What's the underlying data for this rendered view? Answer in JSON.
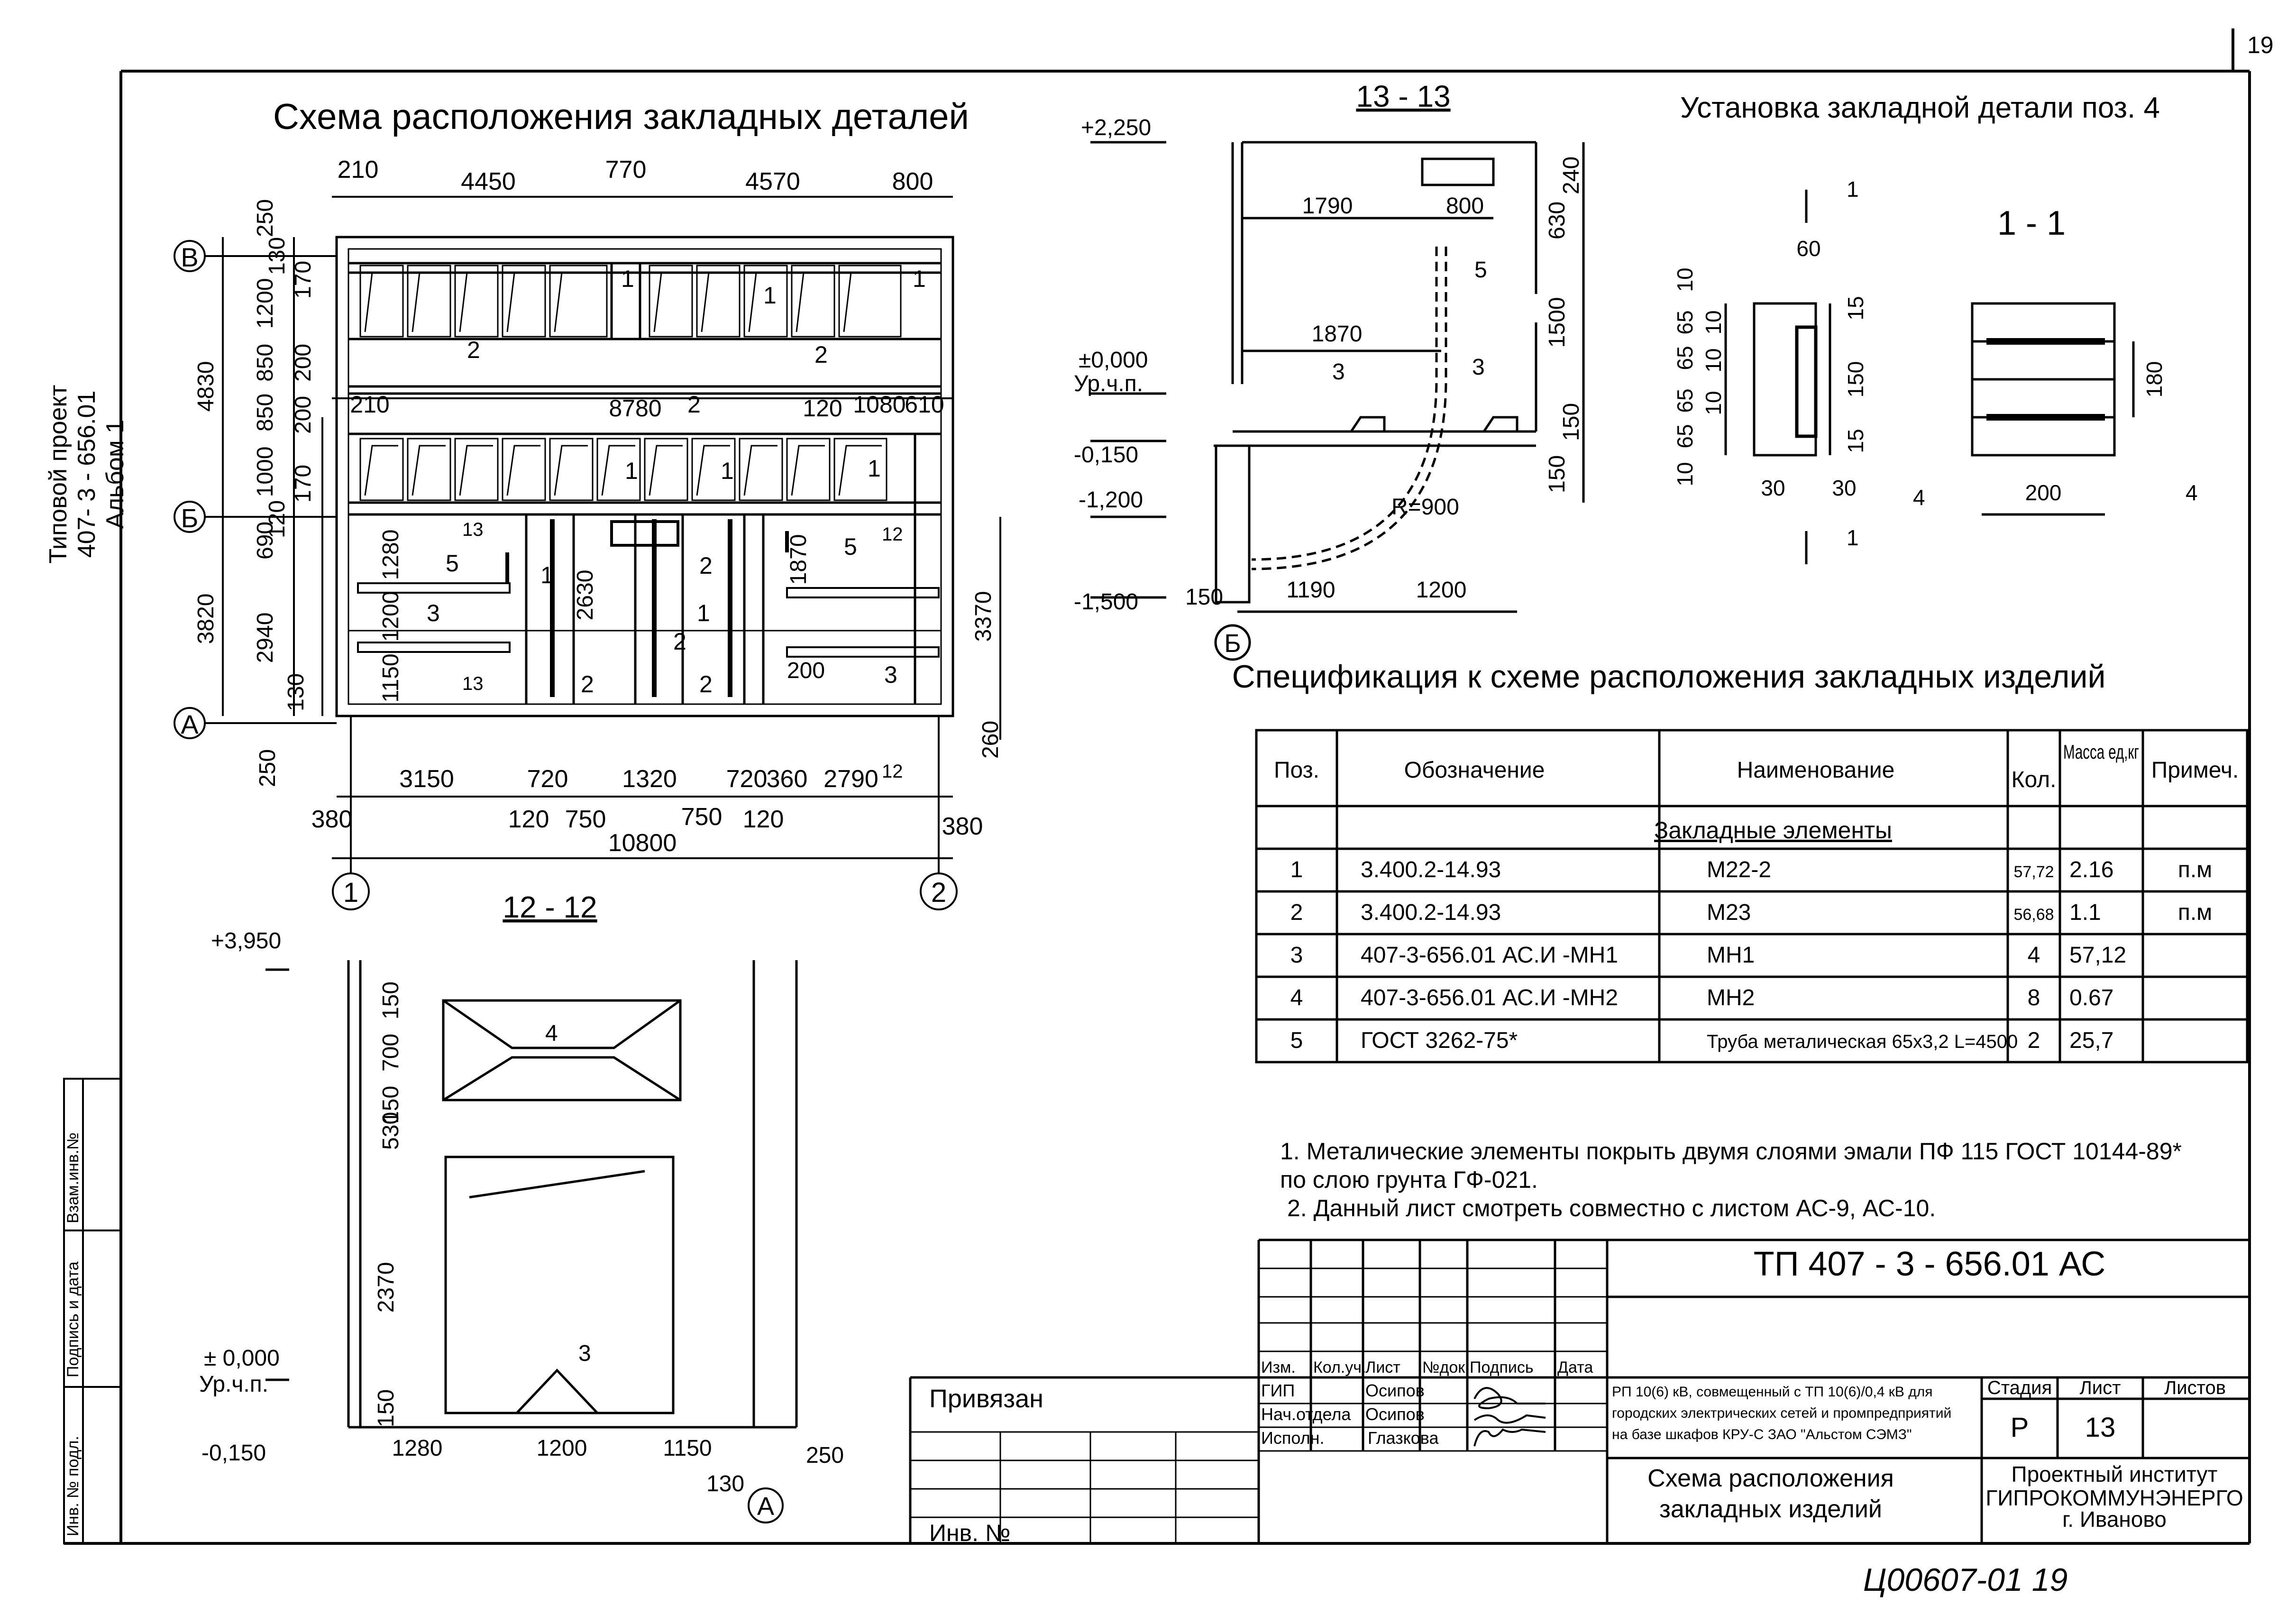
{
  "sheet": {
    "page_number": "19",
    "side_label": [
      "Типовой проект",
      "407- 3 - 656.01",
      "Альбом 1"
    ],
    "side_columns": [
      "Взам.инв.№",
      "Подпись и дата",
      "Инв. № подл."
    ],
    "handwritten_note": "Ц00607-01  19"
  },
  "plan": {
    "title": "Схема расположения закладных деталей",
    "top_dims": [
      "210",
      "4450",
      "770",
      "4570",
      "800"
    ],
    "mid_dims": [
      "210",
      "8780",
      "120",
      "1080",
      "610"
    ],
    "left_dims": [
      "250",
      "130",
      "1200",
      "850",
      "850",
      "1000",
      "120",
      "690",
      "1280",
      "1200",
      "1150",
      "130",
      "250"
    ],
    "left_dims_inner": [
      "170",
      "200",
      "200",
      "170"
    ],
    "left_total_dims": [
      "4830",
      "3820",
      "2940"
    ],
    "right_dims": [
      "3370",
      "260"
    ],
    "bottom_dims": [
      "3150",
      "720",
      "1320",
      "720",
      "360",
      "2790"
    ],
    "bottom_dims_2": [
      "380",
      "120",
      "750",
      "750",
      "120",
      "380"
    ],
    "bottom_total": "10800",
    "inner_dims": [
      "2630",
      "1870",
      "200"
    ],
    "axis_rows": [
      "В",
      "Б",
      "А"
    ],
    "axis_cols": [
      "1",
      "2"
    ],
    "marks": [
      "1",
      "2",
      "3",
      "5"
    ],
    "section_marks": [
      "13",
      "13",
      "12",
      "12"
    ]
  },
  "section_13": {
    "title": "13 - 13",
    "levels": [
      "+2,250",
      "±0,000",
      "Ур.ч.п.",
      "-0,150",
      "-1,200",
      "-1,500"
    ],
    "dims_h": [
      "1790",
      "800",
      "1870",
      "150",
      "1190",
      "1200"
    ],
    "dims_v": [
      "240",
      "630",
      "1500",
      "150",
      "150"
    ],
    "radius": "R=900",
    "axis": "Б",
    "marks": [
      "5",
      "3",
      "3"
    ]
  },
  "detail_4": {
    "title": "Установка закладной детали поз. 4",
    "section_title": "1 - 1",
    "cut_marks": [
      "1",
      "1"
    ],
    "dims_left": [
      "10",
      "65",
      "65",
      "65",
      "10",
      "65",
      "10",
      "65"
    ],
    "dims_inner": [
      "10",
      "10",
      "10"
    ],
    "dims_other": [
      "60",
      "15",
      "150",
      "15",
      "30",
      "30",
      "180",
      "200"
    ],
    "marks": [
      "4",
      "4"
    ]
  },
  "section_12": {
    "title": "12 - 12",
    "levels": [
      "+3,950",
      "± 0,000",
      "Ур.ч.п.",
      "-0,150"
    ],
    "dims_v": [
      "150",
      "700",
      "150",
      "530",
      "2370",
      "150"
    ],
    "dims_h": [
      "1280",
      "1200",
      "1150",
      "250",
      "130"
    ],
    "axis": "А",
    "marks": [
      "4",
      "3"
    ]
  },
  "spec": {
    "title": "Спецификация к схеме расположения закладных изделий",
    "headers": [
      "Поз.",
      "Обозначение",
      "Наименование",
      "Кол.",
      "Масса ед,кг",
      "Примеч."
    ],
    "group": "Закладные элементы",
    "rows": [
      [
        "1",
        "3.400.2-14.93",
        "М22-2",
        "57,72",
        "2.16",
        "п.м"
      ],
      [
        "2",
        "3.400.2-14.93",
        "М23",
        "56,68",
        "1.1",
        "п.м"
      ],
      [
        "3",
        "407-3-656.01   АС.И -МН1",
        "МН1",
        "4",
        "57,12",
        ""
      ],
      [
        "4",
        "407-3-656.01   АС.И -МН2",
        "МН2",
        "8",
        "0.67",
        ""
      ],
      [
        "5",
        "ГОСТ 3262-75*",
        "Труба металическая 65х3,2  L=4500",
        "2",
        "25,7",
        ""
      ]
    ]
  },
  "notes": [
    "1. Металические элементы покрыть двумя слоями эмали ПФ 115 ГОСТ 10144-89*",
    "по слою грунта ГФ-021.",
    "2. Данный лист смотреть совместно с листом АС-9, АС-10."
  ],
  "stamp": {
    "code": "ТП  407 - 3 - 656.01   АС",
    "privyazan": "Привязан",
    "inv": "Инв. №",
    "col_headers": [
      "Изм.",
      "Кол.уч.",
      "Лист",
      "№док.",
      "Подпись",
      "Дата"
    ],
    "roles": [
      "ГИП",
      "Нач.отдела",
      "Исполн."
    ],
    "names": [
      "Осипов",
      "Осипов",
      "Глазкова"
    ],
    "project_desc": [
      "РП 10(6) кВ, совмещенный с ТП 10(6)/0,4 кВ для",
      "городских электрических сетей  и промпредприятий",
      "на базе шкафов КРУ-С ЗАО \"Альстом СЭМЗ\""
    ],
    "sheet_title": [
      "Схема  расположения",
      "закладных изделий"
    ],
    "stage_header": "Стадия",
    "list_header": "Лист",
    "lists_header": "Листов",
    "stage": "Р",
    "list": "13",
    "lists": "",
    "org": [
      "Проектный институт",
      "ГИПРОКОММУНЭНЕРГО",
      "г. Иваново"
    ]
  }
}
